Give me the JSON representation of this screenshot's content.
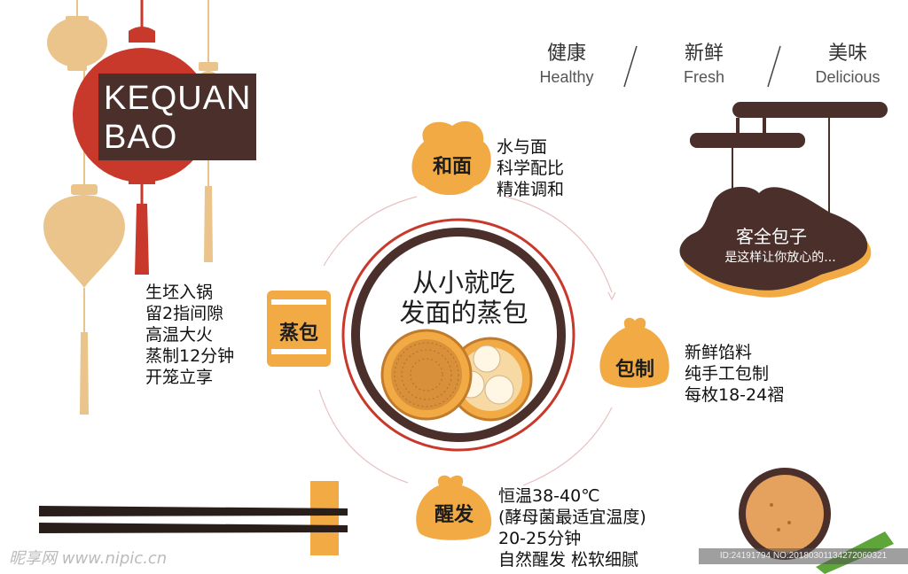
{
  "brand": {
    "line1": "KEQUAN",
    "line2": "BAO"
  },
  "values": [
    {
      "cn": "健康",
      "en": "Healthy"
    },
    {
      "cn": "新鲜",
      "en": "Fresh"
    },
    {
      "cn": "美味",
      "en": "Delicious"
    }
  ],
  "sign": {
    "title": "客全包子",
    "subtitle": "是这样让你放心的..."
  },
  "center": {
    "line1": "从小就吃",
    "line2": "发面的蒸包"
  },
  "steps": {
    "kneading": {
      "label": "和面",
      "lines": [
        "水与面",
        "科学配比",
        "精准调和"
      ]
    },
    "wrapping": {
      "label": "包制",
      "lines": [
        "新鲜馅料",
        "纯手工包制",
        "每枚18-24褶"
      ]
    },
    "proofing": {
      "label": "醒发",
      "lines": [
        "恒温38-40℃",
        "(酵母菌最适宜温度)",
        "20-25分钟",
        "自然醒发 松软细腻"
      ]
    },
    "steaming": {
      "label": "蒸包",
      "lines": [
        "生坯入锅",
        "留2指间隙",
        "高温大火",
        "蒸制12分钟",
        "开笼立享"
      ]
    }
  },
  "footer": {
    "watermark": "昵享网 www.nipic.cn",
    "id": "ID:24191794 NO:20180301134272060321"
  },
  "colors": {
    "accent": "#f2aa45",
    "brown": "#4a2f2a",
    "red": "#c8392b",
    "lantern_tan": "#eac48b"
  }
}
